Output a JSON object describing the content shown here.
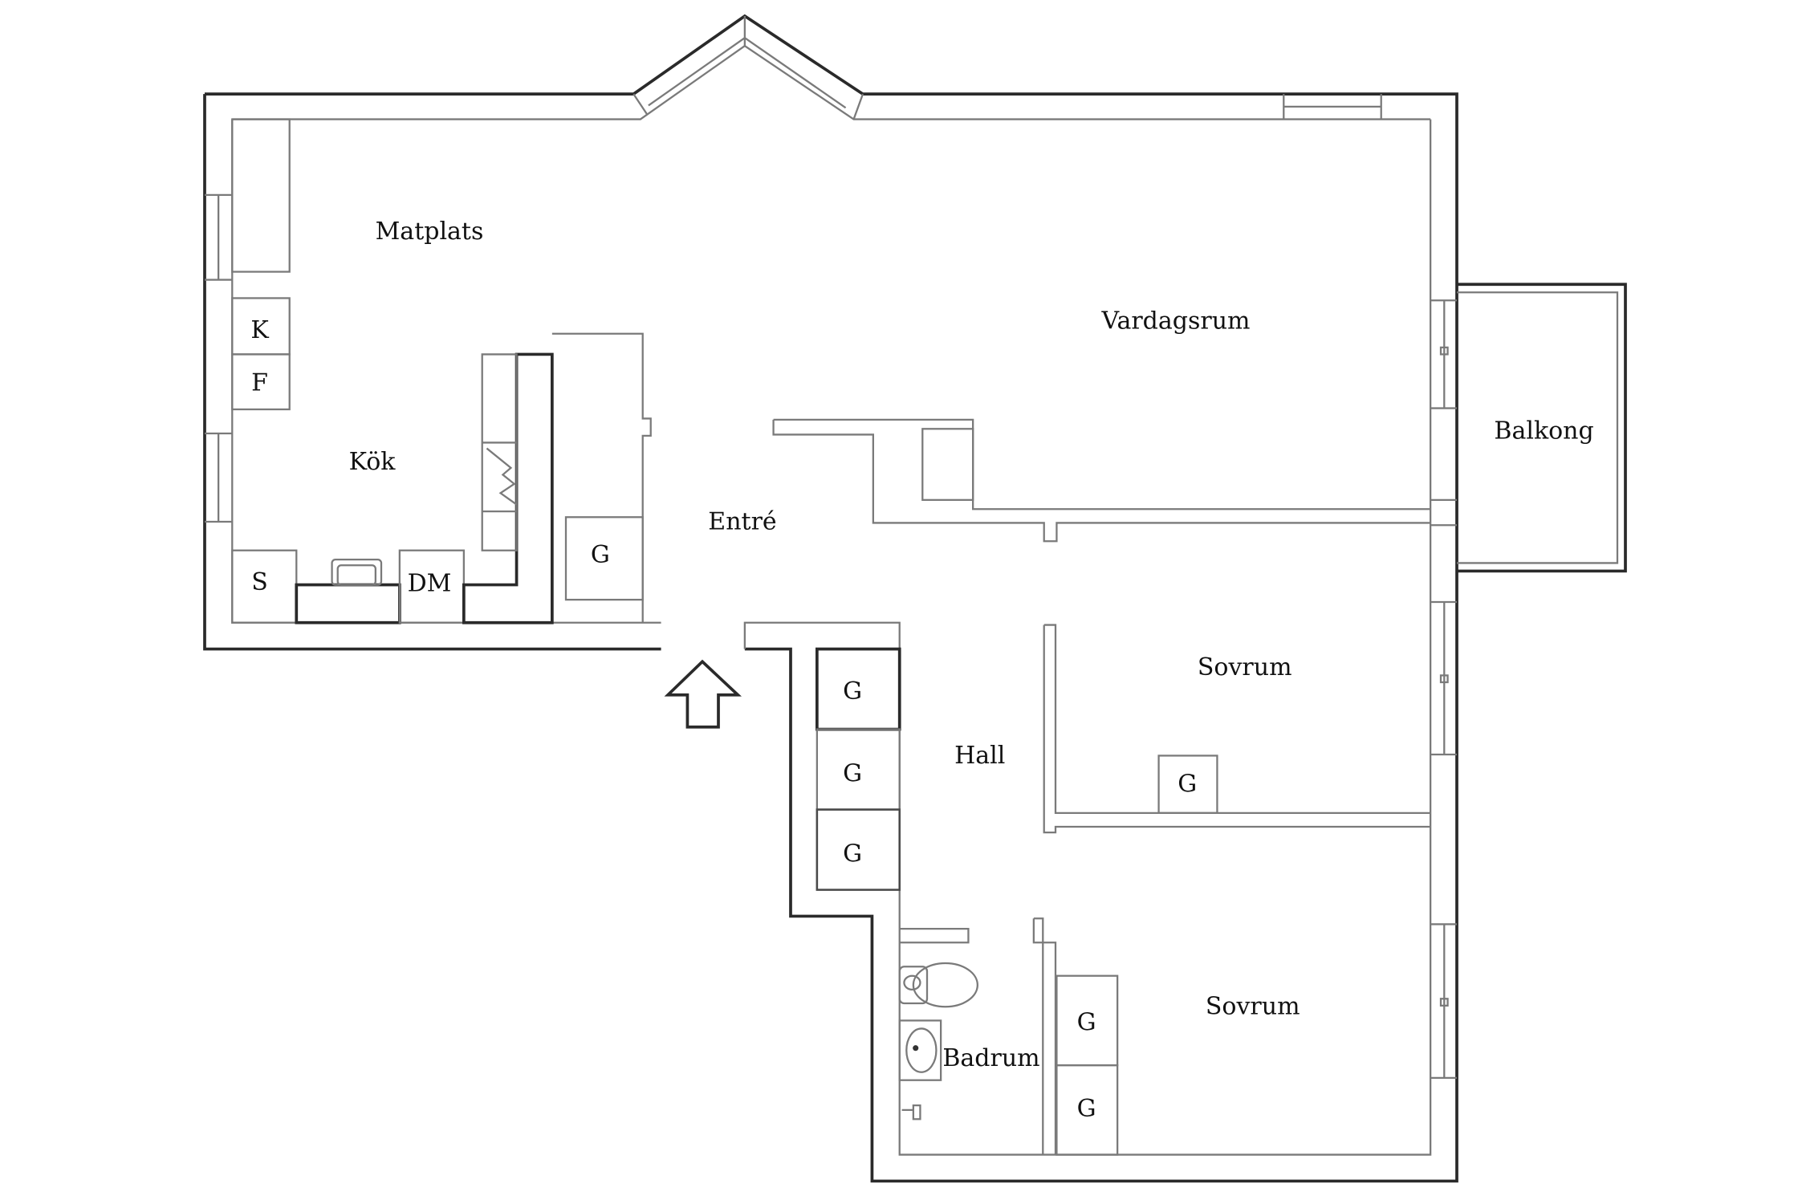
{
  "rooms": {
    "matplats": "Matplats",
    "vardagsrum": "Vardagsrum",
    "kok": "Kök",
    "entre": "Entré",
    "balkong": "Balkong",
    "hall": "Hall",
    "sovrum_1": "Sovrum",
    "sovrum_2": "Sovrum",
    "badrum": "Badrum"
  },
  "fixtures": {
    "k": "K",
    "f": "F",
    "s": "S",
    "dm": "DM",
    "g": "G"
  }
}
